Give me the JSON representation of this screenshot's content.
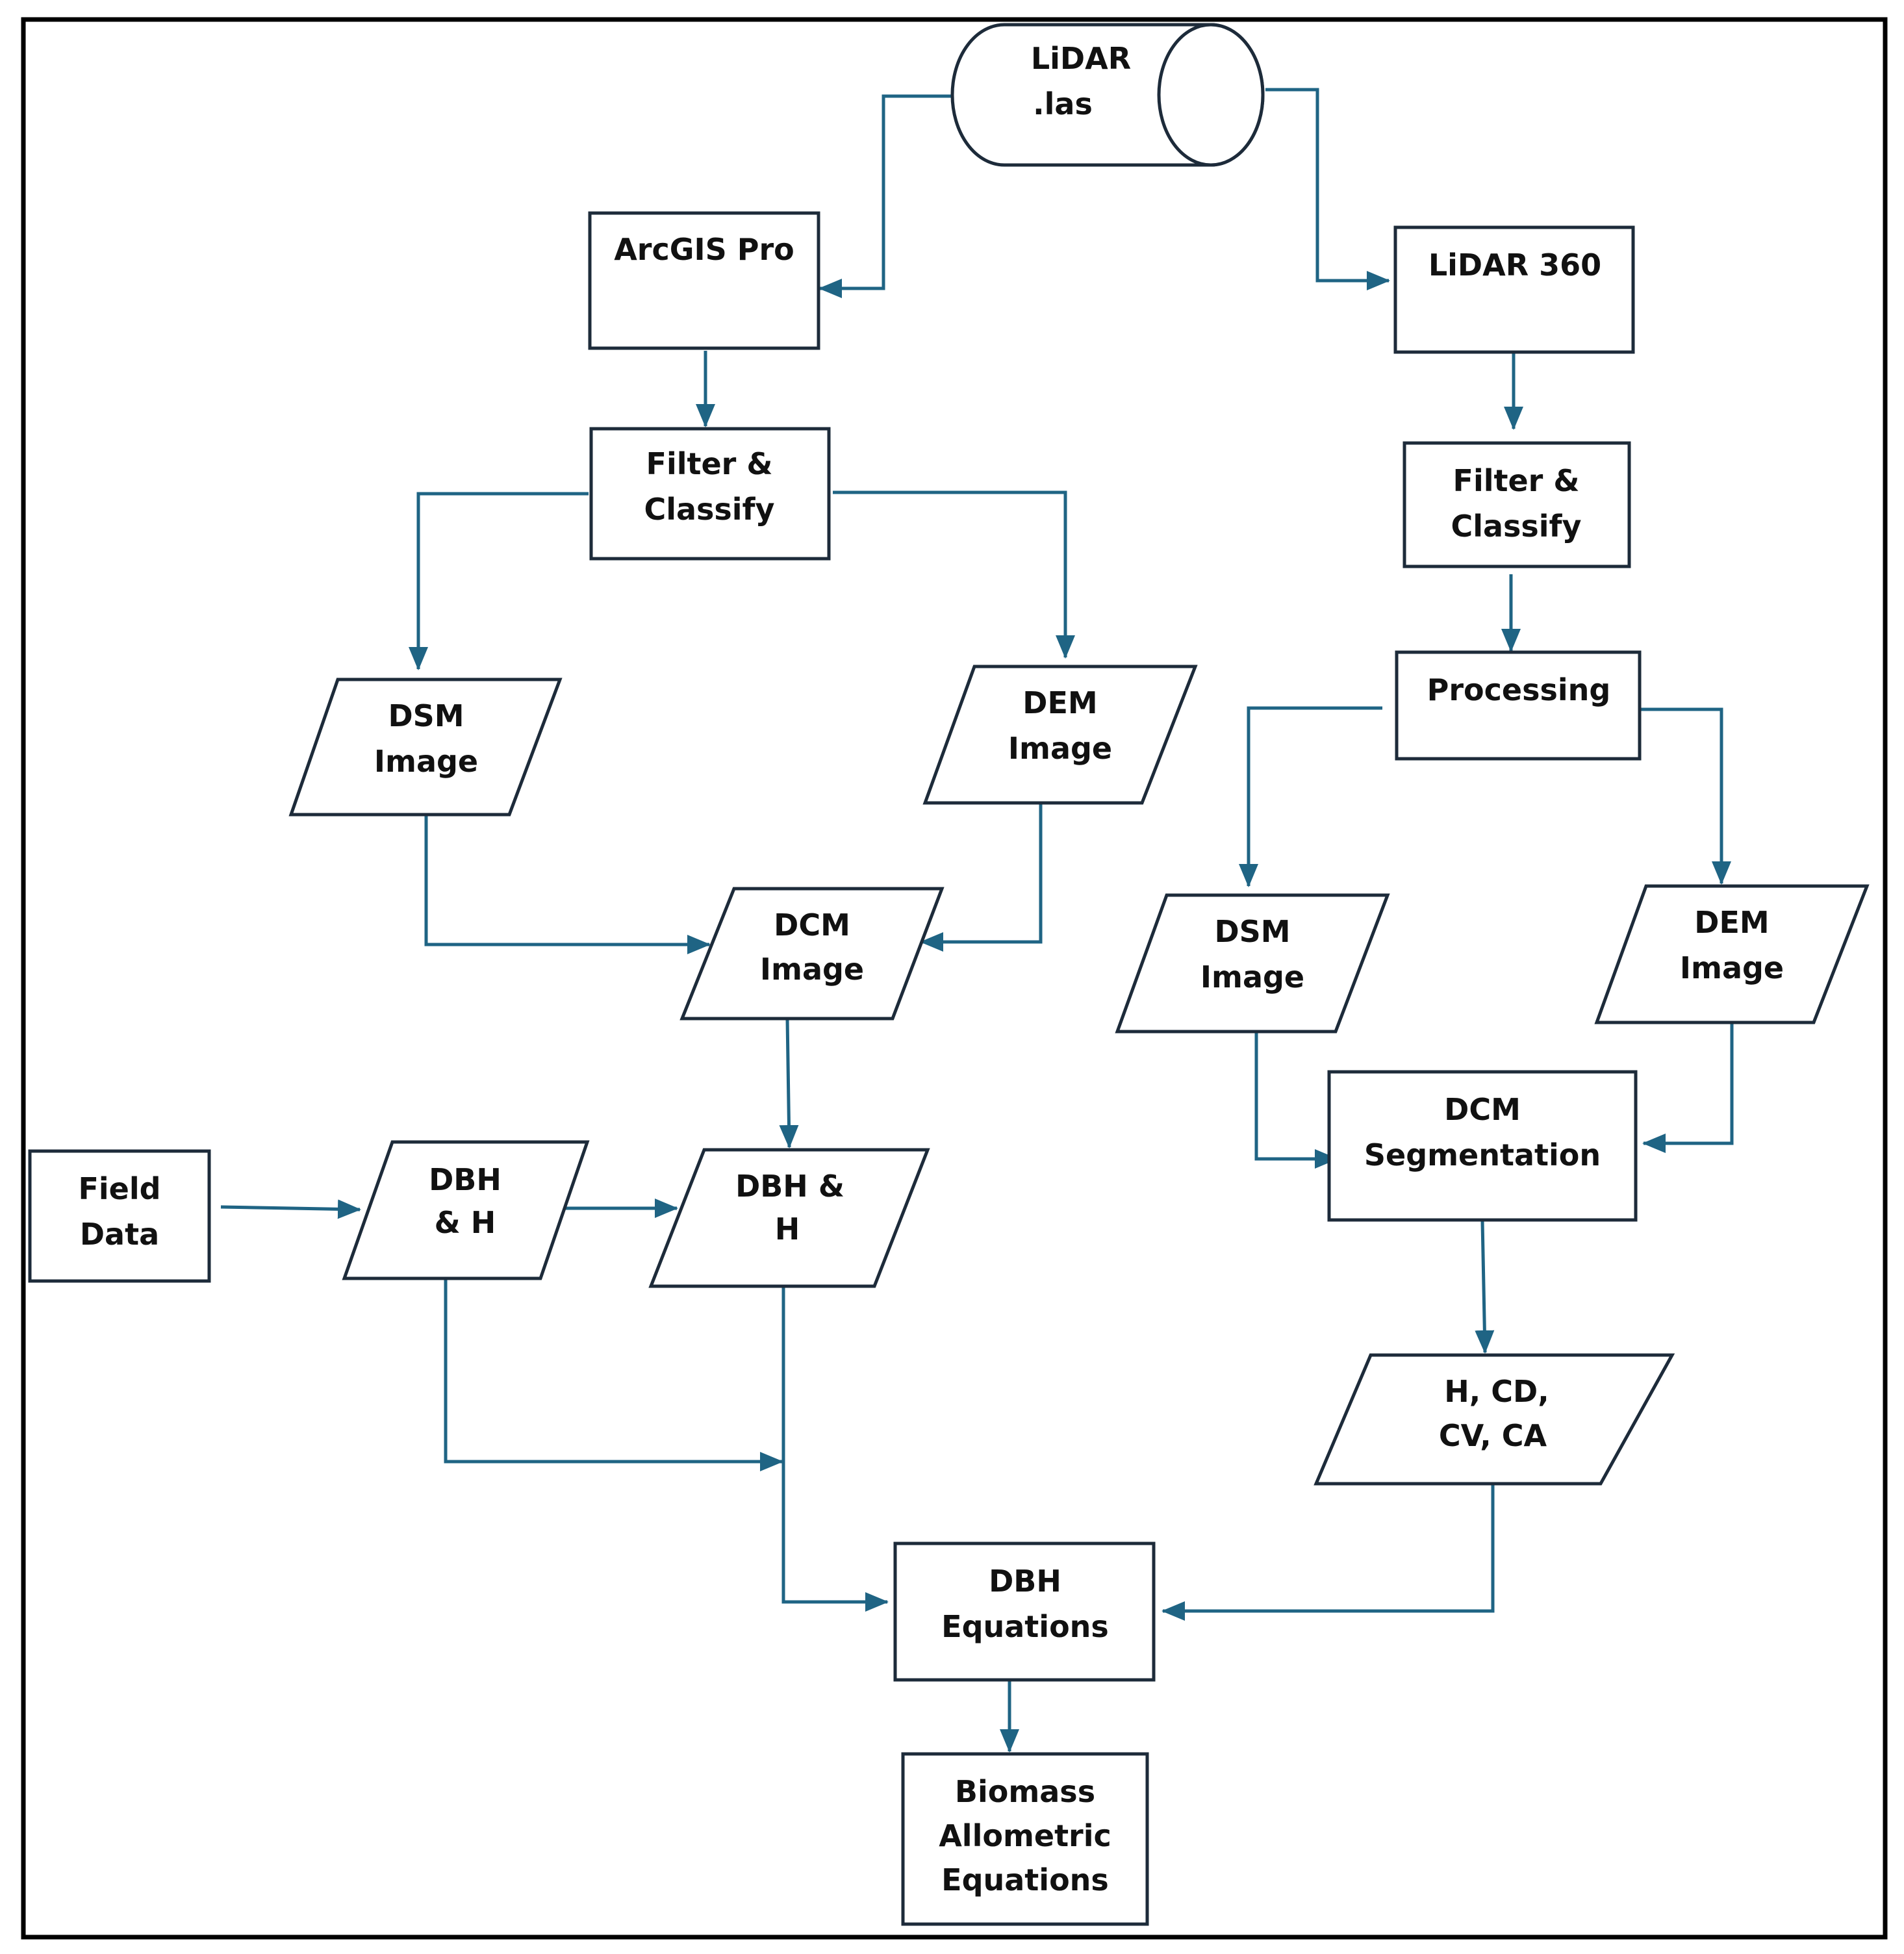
{
  "colors": {
    "connector": "#1f6484",
    "shape_border": "#1d2b3a",
    "frame": "#000000",
    "background": "#ffffff"
  },
  "nodes": {
    "lidar_las": {
      "shape": "cylinder",
      "lines": [
        "LiDAR",
        ".las"
      ]
    },
    "arcgis_pro": {
      "shape": "process",
      "lines": [
        "ArcGIS Pro"
      ]
    },
    "lidar_360": {
      "shape": "process",
      "lines": [
        "LiDAR 360"
      ]
    },
    "filter_left": {
      "shape": "process",
      "lines": [
        "Filter &",
        "Classify"
      ]
    },
    "filter_right": {
      "shape": "process",
      "lines": [
        "Filter &",
        "Classify"
      ]
    },
    "processing": {
      "shape": "process",
      "lines": [
        "Processing"
      ]
    },
    "dsm_left": {
      "shape": "data",
      "lines": [
        "DSM",
        "Image"
      ]
    },
    "dem_left": {
      "shape": "data",
      "lines": [
        "DEM",
        "Image"
      ]
    },
    "dsm_right": {
      "shape": "data",
      "lines": [
        "DSM",
        "Image"
      ]
    },
    "dem_right": {
      "shape": "data",
      "lines": [
        "DEM",
        "Image"
      ]
    },
    "dcm_image": {
      "shape": "data",
      "lines": [
        "DCM",
        "Image"
      ]
    },
    "dcm_segmentation": {
      "shape": "process",
      "lines": [
        "DCM",
        "Segmentation"
      ]
    },
    "field_data": {
      "shape": "process",
      "lines": [
        "Field",
        "Data"
      ]
    },
    "dbh_h_field": {
      "shape": "data",
      "lines": [
        "DBH",
        "& H"
      ]
    },
    "dbh_h_lidar": {
      "shape": "data",
      "lines": [
        "DBH  &",
        "H"
      ]
    },
    "crown_metrics": {
      "shape": "data",
      "lines": [
        "H, CD,",
        "CV, CA"
      ]
    },
    "dbh_equations": {
      "shape": "process",
      "lines": [
        "DBH",
        "Equations"
      ]
    },
    "biomass": {
      "shape": "process",
      "lines": [
        "Biomass",
        "Allometric",
        "Equations"
      ]
    }
  },
  "edges": [
    {
      "from": "lidar_las",
      "to": "arcgis_pro"
    },
    {
      "from": "lidar_las",
      "to": "lidar_360"
    },
    {
      "from": "arcgis_pro",
      "to": "filter_left"
    },
    {
      "from": "filter_left",
      "to": "dsm_left"
    },
    {
      "from": "filter_left",
      "to": "dem_left"
    },
    {
      "from": "dsm_left",
      "to": "dcm_image"
    },
    {
      "from": "dem_left",
      "to": "dcm_image"
    },
    {
      "from": "dcm_image",
      "to": "dbh_h_lidar"
    },
    {
      "from": "field_data",
      "to": "dbh_h_field"
    },
    {
      "from": "dbh_h_field",
      "to": "dbh_h_lidar"
    },
    {
      "from": "dbh_h_field",
      "to": "dbh_equations"
    },
    {
      "from": "dbh_h_lidar",
      "to": "dbh_equations"
    },
    {
      "from": "lidar_360",
      "to": "filter_right"
    },
    {
      "from": "filter_right",
      "to": "processing"
    },
    {
      "from": "processing",
      "to": "dsm_right"
    },
    {
      "from": "processing",
      "to": "dem_right"
    },
    {
      "from": "dsm_right",
      "to": "dcm_segmentation"
    },
    {
      "from": "dem_right",
      "to": "dcm_segmentation"
    },
    {
      "from": "dcm_segmentation",
      "to": "crown_metrics"
    },
    {
      "from": "crown_metrics",
      "to": "dbh_equations"
    },
    {
      "from": "dbh_equations",
      "to": "biomass"
    }
  ]
}
